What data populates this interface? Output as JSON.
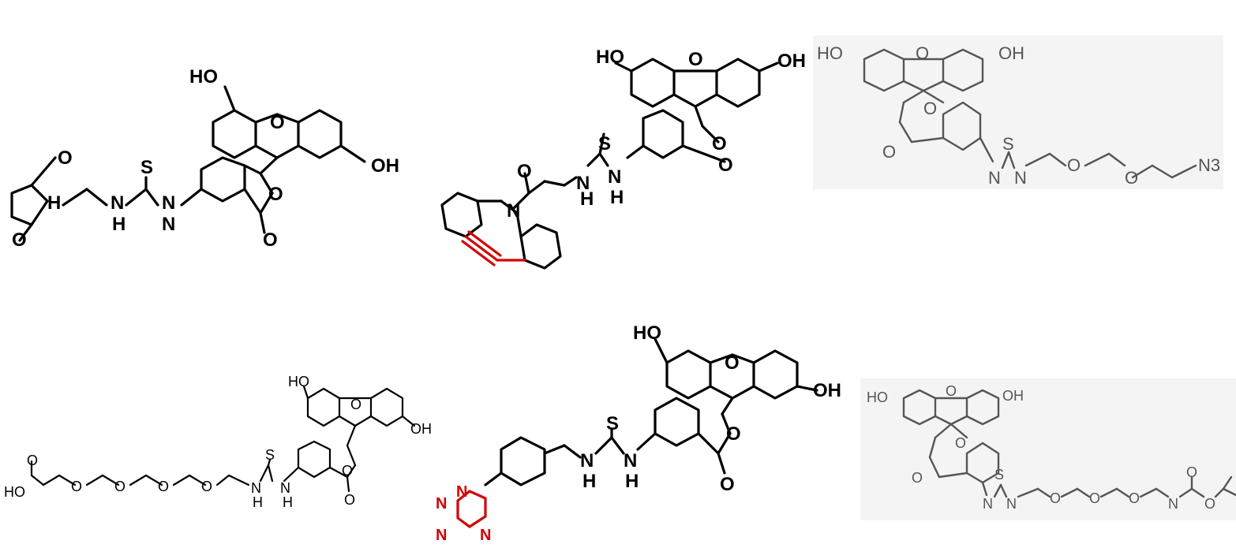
{
  "structures": [
    {
      "id": "maleimide",
      "atoms": [
        "HO",
        "O",
        "OH",
        "O",
        "O",
        "N",
        "S",
        "N",
        "H",
        "N",
        "H",
        "O",
        "O"
      ]
    },
    {
      "id": "dbco",
      "atoms": [
        "HO",
        "O",
        "OH",
        "S",
        "O",
        "O",
        "O",
        "N",
        "N",
        "H",
        "N",
        "H"
      ],
      "highlight_color": "#d40000"
    },
    {
      "id": "azide",
      "atoms": [
        "HO",
        "O",
        "OH",
        "O",
        "O",
        "S",
        "N",
        "N",
        "O",
        "O",
        "N3"
      ]
    },
    {
      "id": "acid-peg",
      "atoms": [
        "HO",
        "O",
        "OH",
        "O",
        "HO",
        "O",
        "O",
        "O",
        "O",
        "O",
        "N",
        "H",
        "S",
        "N",
        "H",
        "O"
      ]
    },
    {
      "id": "tetrazine",
      "atoms": [
        "HO",
        "O",
        "OH",
        "S",
        "N",
        "H",
        "N",
        "H",
        "O",
        "O",
        "N",
        "N",
        "N",
        "N"
      ],
      "highlight_color": "#d40000"
    },
    {
      "id": "boc-peg",
      "atoms": [
        "HO",
        "O",
        "OH",
        "O",
        "O",
        "S",
        "N",
        "N",
        "O",
        "O",
        "O",
        "N",
        "O",
        "O"
      ]
    }
  ]
}
